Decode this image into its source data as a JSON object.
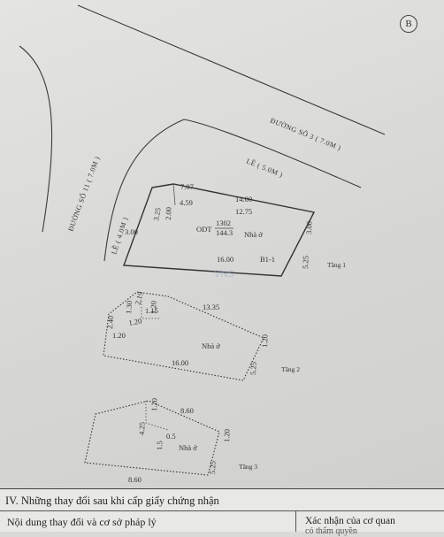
{
  "compass_label": "B",
  "roads": {
    "road3": "ĐƯỜNG SỐ 3 ( 7.0M )",
    "road11": "ĐƯỜNG SỐ 11 ( 7.0M )",
    "sidewalk_top": "LỀ ( 5.0M )",
    "sidewalk_left": "LỀ ( 4.0M )"
  },
  "floor1": {
    "floor_label": "Tầng 1",
    "lot_code": "ODT",
    "lot_number": "1302",
    "area": "144.3",
    "house_label": "Nhà ở",
    "block_label": "B1-1",
    "dims": [
      "7.07",
      "14.00",
      "12.75",
      "4.59",
      "2.00",
      "3.25",
      "3.00",
      "3.00",
      "16.00",
      "5.25"
    ]
  },
  "floor2": {
    "floor_label": "Tầng 2",
    "house_label": "Nhà ở",
    "dims": [
      "2.19",
      "1.30",
      "1.20",
      "1.15",
      "13.35",
      "2.40",
      "1.20",
      "1.20",
      "1.20",
      "16.00",
      "5.25"
    ]
  },
  "floor3": {
    "floor_label": "Tầng 3",
    "house_label": "Nhà ở",
    "dims": [
      "8.60",
      "1.20",
      "4.25",
      "0.5",
      "1.5",
      "1.20",
      "8.60",
      "5.25"
    ]
  },
  "watermark": "VNS",
  "table": {
    "section_title": "IV. Những thay đổi sau khi cấp giấy chứng nhận",
    "col_left": "Nội dung thay đổi và cơ sở pháp lý",
    "col_right": "Xác nhận của cơ quan",
    "col_right_cut": "có thẩm quyền"
  }
}
